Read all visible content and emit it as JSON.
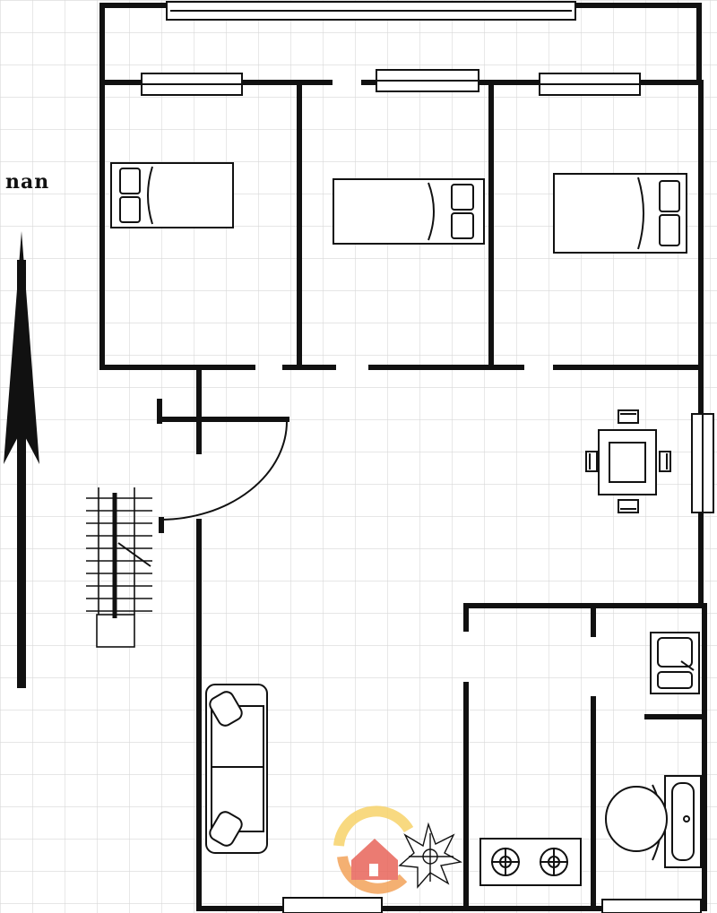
{
  "compass": {
    "label": "nan",
    "icon": "north-arrow-icon"
  },
  "colors": {
    "wall": "#111111",
    "grid": "#d8d8d8",
    "background": "#ffffff",
    "watermark_orange": "#f3a35a",
    "watermark_yellow": "#f7d36b",
    "watermark_red": "#e8655a"
  },
  "rooms": [
    {
      "id": "bedroom-1",
      "furniture": [
        "bed-icon"
      ]
    },
    {
      "id": "bedroom-2",
      "furniture": [
        "bed-icon"
      ]
    },
    {
      "id": "bedroom-3",
      "furniture": [
        "bed-icon"
      ]
    },
    {
      "id": "hall",
      "furniture": [
        "dining-table-icon",
        "chair-icon"
      ]
    },
    {
      "id": "living-room",
      "furniture": [
        "sofa-icon",
        "plant-icon"
      ]
    },
    {
      "id": "kitchen",
      "furniture": [
        "stove-icon"
      ]
    },
    {
      "id": "bathroom",
      "furniture": [
        "sink-icon",
        "toilet-icon",
        "bathtub-icon"
      ]
    }
  ],
  "watermark": {
    "icon": "house-logo-icon"
  }
}
